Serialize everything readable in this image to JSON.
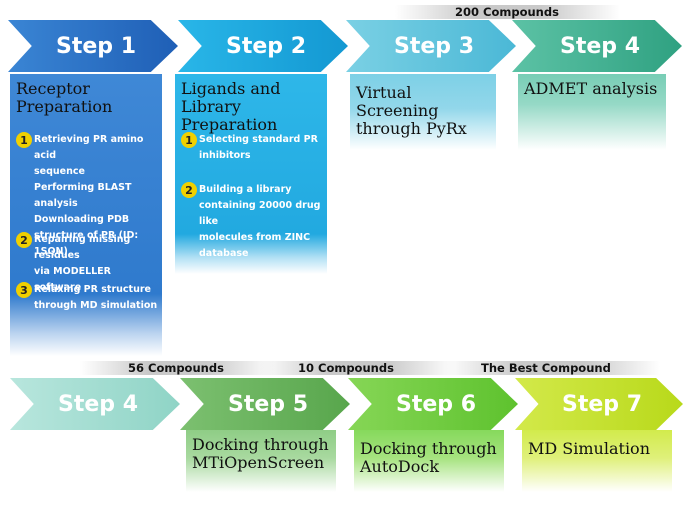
{
  "top_row": [
    {
      "label": "Step 1",
      "color": "#2a6fc4"
    },
    {
      "label": "Step 2",
      "color": "#17a5dc"
    },
    {
      "label": "Step 3",
      "color": "#5ec3da"
    },
    {
      "label": "Step 4",
      "color": "#3cae8f"
    }
  ],
  "bottom_row": [
    {
      "label": "Step 4",
      "color": "#9fdbd0"
    },
    {
      "label": "Step 5",
      "color": "#67b25a"
    },
    {
      "label": "Step 6",
      "color": "#6dc93d"
    },
    {
      "label": "Step 7",
      "color": "#c3e024"
    }
  ],
  "bands": {
    "top": "200 Compounds",
    "b1": "56 Compounds",
    "b2": "10 Compounds",
    "b3": "The Best Compound"
  },
  "panels": {
    "p1": {
      "title": "Receptor\nPreparation",
      "items": [
        {
          "num": "1",
          "text": "Retrieving PR amino acid\nsequence\nPerforming BLAST analysis\nDownloading PDB\nstructure of PR (ID: 1SQN)"
        },
        {
          "num": "2",
          "text": "Repairing missing residues\nvia MODELLER software"
        },
        {
          "num": "3",
          "text": "Relaxing PR structure\nthrough MD simulation"
        }
      ]
    },
    "p2": {
      "title": "Ligands and Library\nPreparation",
      "items": [
        {
          "num": "1",
          "text": "Selecting standard PR\ninhibitors"
        },
        {
          "num": "2",
          "text": "Building a library\ncontaining 20000 drug like\nmolecules from ZINC\ndatabase"
        }
      ]
    },
    "p3": {
      "title": "Virtual Screening\nthrough PyRx"
    },
    "p4": {
      "title": "ADMET analysis"
    },
    "p5": {
      "title": "Docking through\nMTiOpenScreen"
    },
    "p6": {
      "title": "Docking through\nAutoDock"
    },
    "p7": {
      "title": "MD Simulation"
    }
  }
}
